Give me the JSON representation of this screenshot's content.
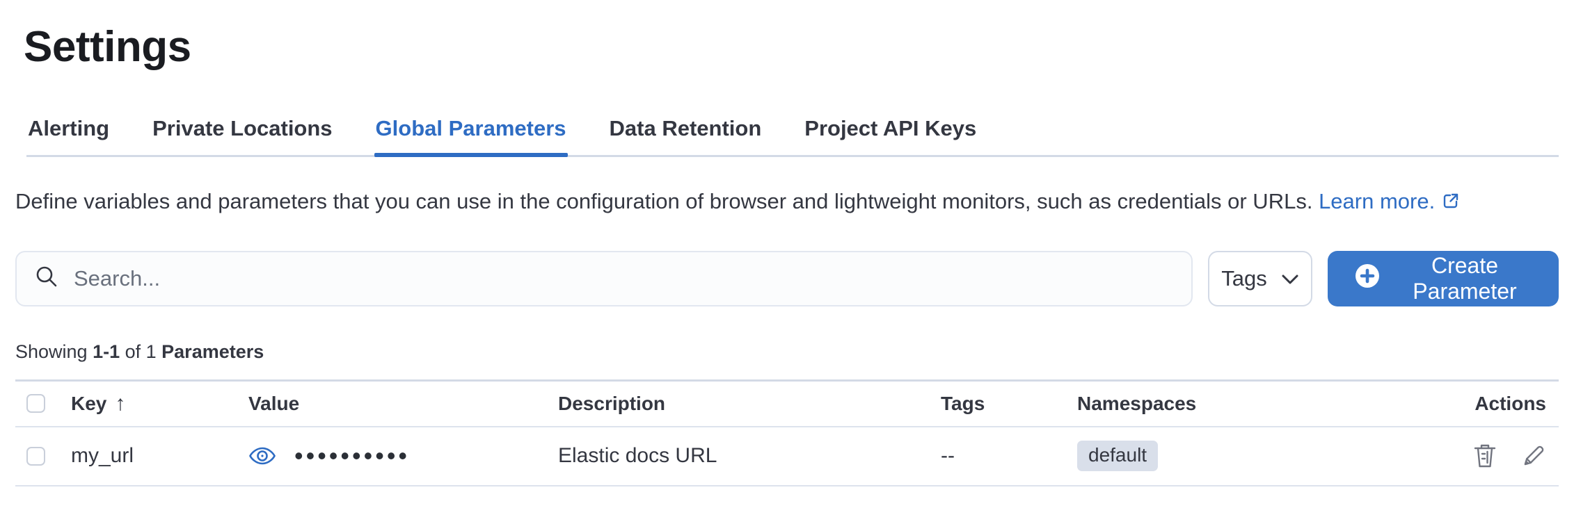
{
  "page": {
    "title": "Settings"
  },
  "tabs": [
    {
      "label": "Alerting",
      "active": false
    },
    {
      "label": "Private Locations",
      "active": false
    },
    {
      "label": "Global Parameters",
      "active": true
    },
    {
      "label": "Data Retention",
      "active": false
    },
    {
      "label": "Project API Keys",
      "active": false
    }
  ],
  "description": {
    "text": "Define variables and parameters that you can use in the configuration of browser and lightweight monitors, such as credentials or URLs.",
    "link_label": "Learn more.",
    "external_link_icon": "external-link-icon"
  },
  "toolbar": {
    "search_placeholder": "Search...",
    "search_icon": "search-icon",
    "tags_button_label": "Tags",
    "tags_chevron_icon": "chevron-down-icon",
    "create_button_label": "Create Parameter",
    "create_plus_icon": "plus-in-circle-icon"
  },
  "summary": {
    "showing_label": "Showing ",
    "range": "1-1",
    "of_label": " of 1 ",
    "entity_label": "Parameters"
  },
  "table": {
    "columns": {
      "key": "Key",
      "value": "Value",
      "description": "Description",
      "tags": "Tags",
      "namespaces": "Namespaces",
      "actions": "Actions"
    },
    "sort": {
      "column": "Key",
      "direction": "ascending",
      "icon": "↑"
    },
    "rows": [
      {
        "key": "my_url",
        "value_masked": "••••••••••",
        "value_icon": "eye-icon",
        "description": "Elastic docs URL",
        "tags": "--",
        "namespace": "default",
        "action_icons": [
          "trash-icon",
          "pencil-icon"
        ]
      }
    ]
  },
  "colors": {
    "accent_blue": "#3a78ca",
    "link_blue": "#2e6cc3",
    "text_dark": "#343741",
    "border_light": "#d3dae6",
    "badge_bg": "#d9dfea",
    "icon_gray": "#71747f"
  }
}
